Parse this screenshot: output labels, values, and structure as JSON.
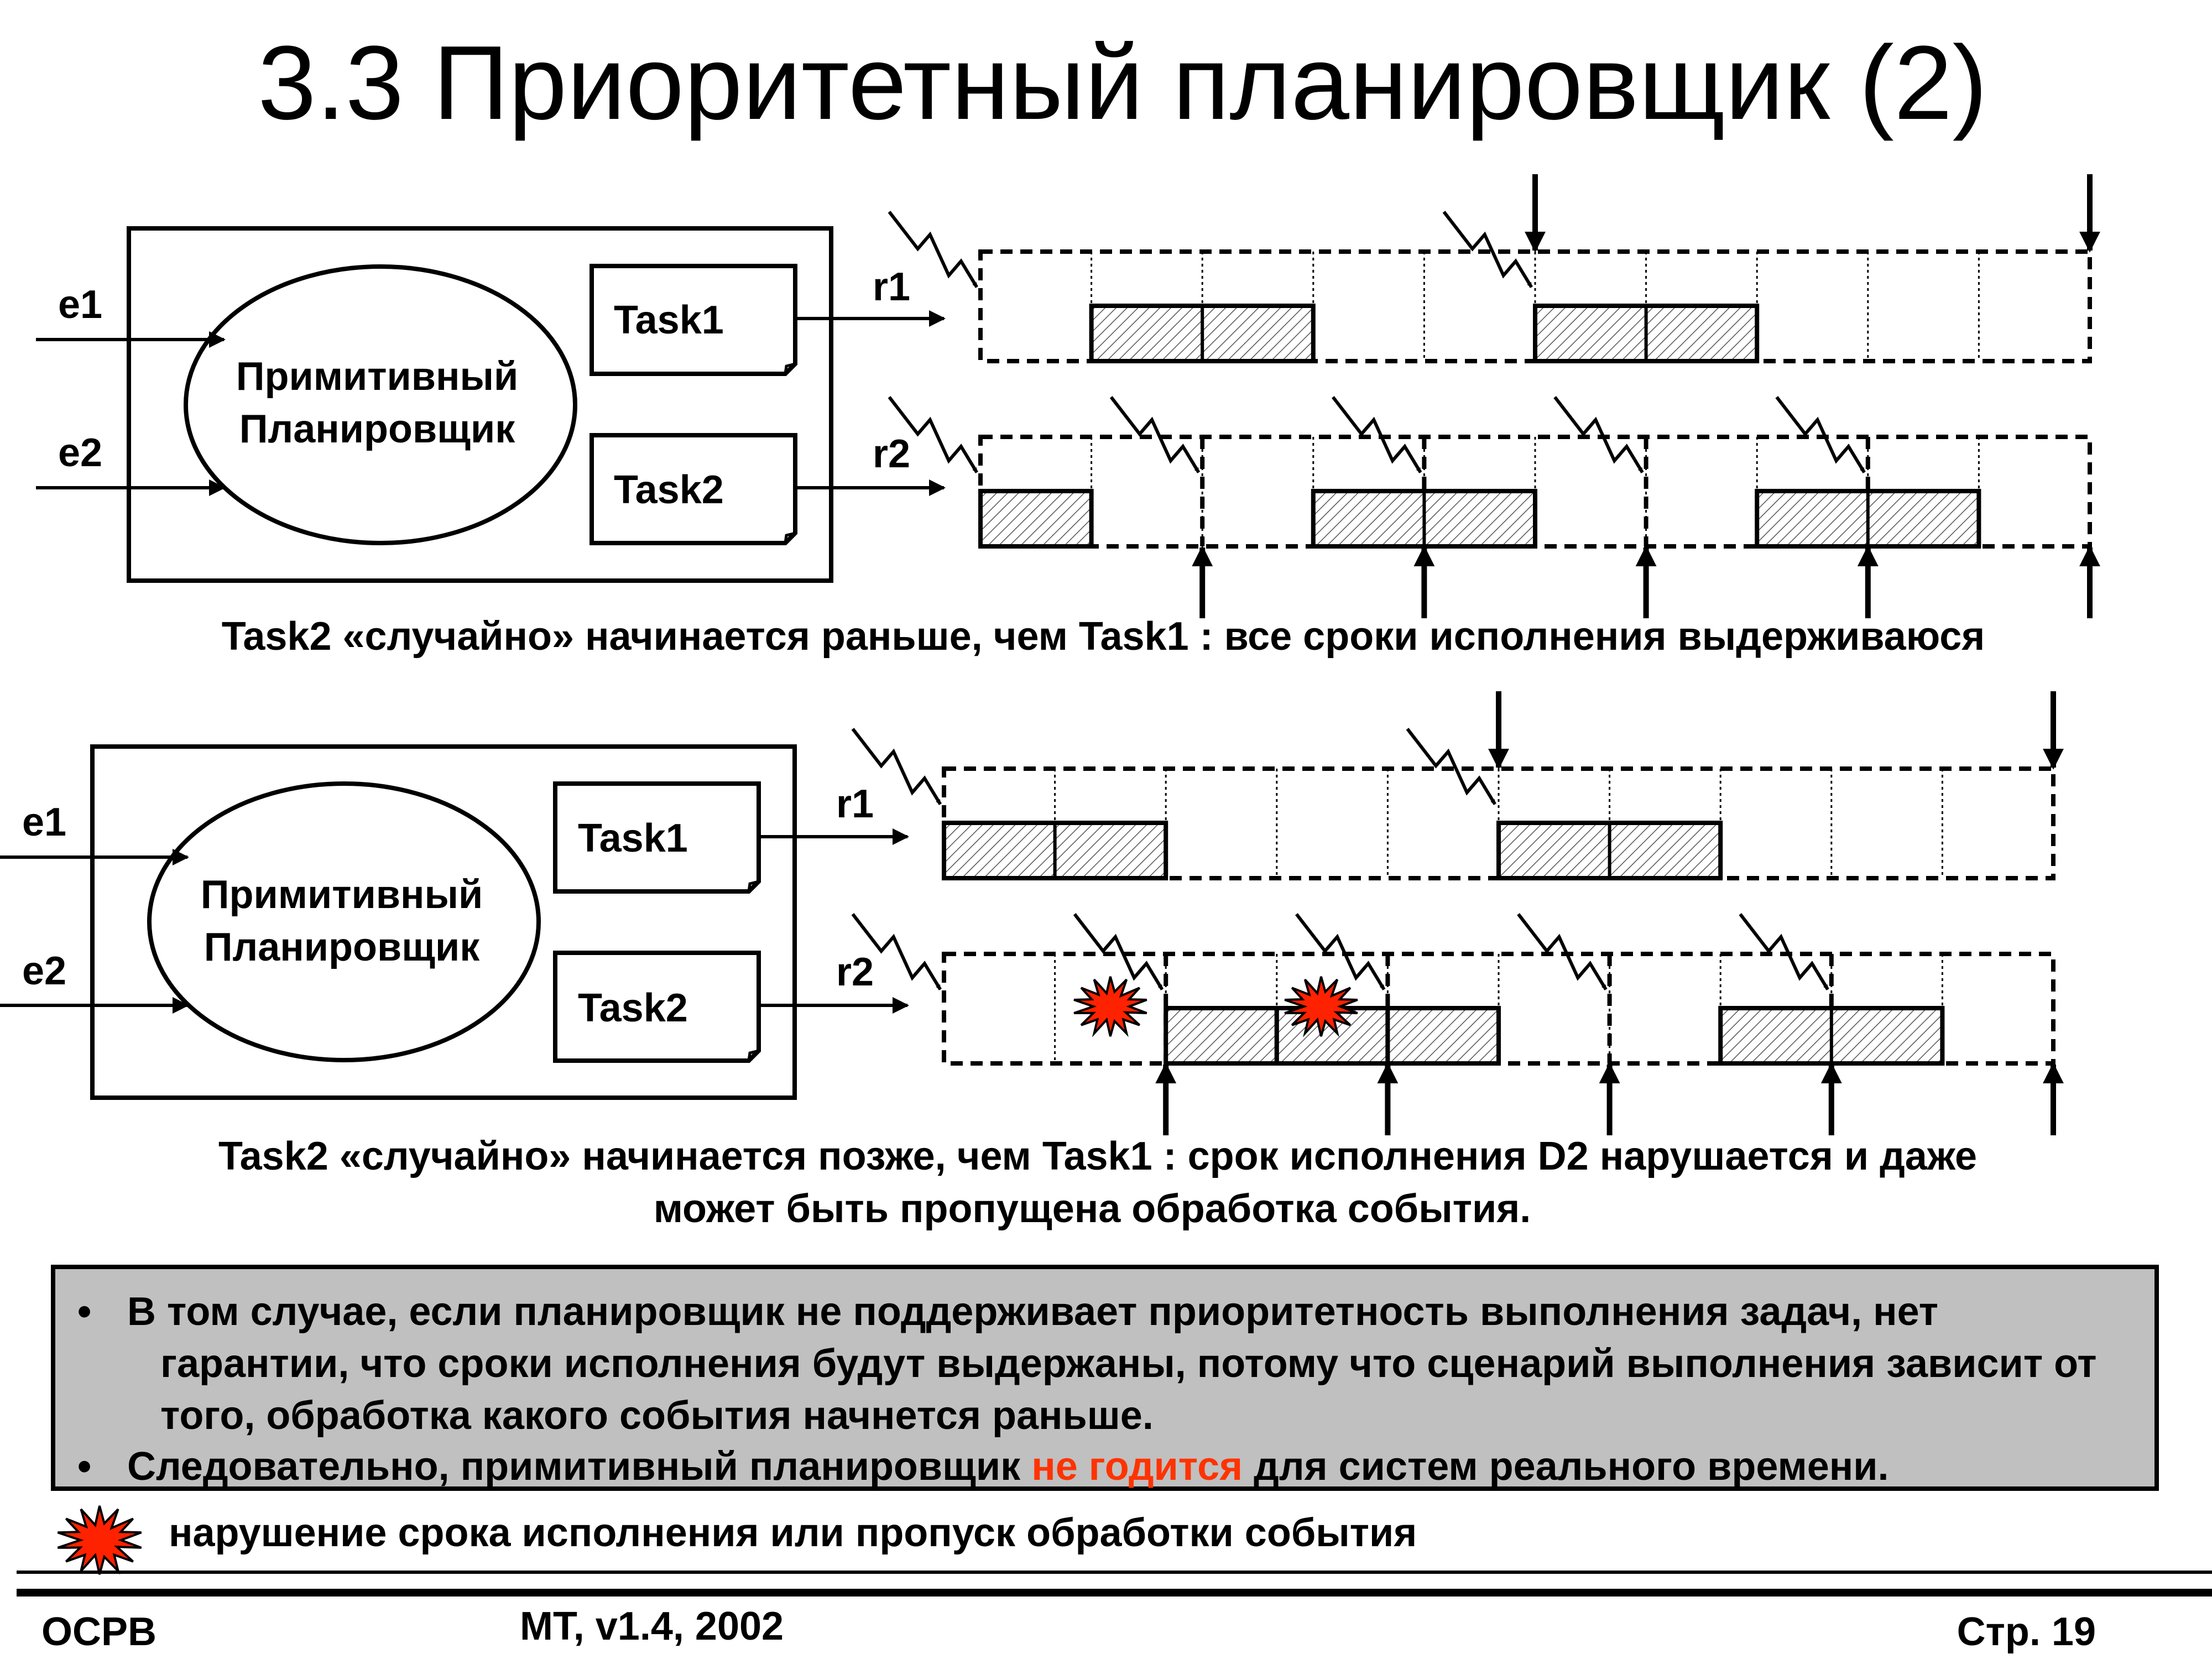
{
  "title": "3.3 Приоритетный планировщик (2)",
  "diagram1": {
    "inputs": [
      "e1",
      "e2"
    ],
    "scheduler": [
      "Примитивный",
      "Планировщик"
    ],
    "tasks": [
      "Task1",
      "Task2"
    ],
    "outputs": [
      "r1",
      "r2"
    ],
    "caption": "Task2 «случайно» начинается раньше, чем Task1 : все сроки исполнения выдерживаюся"
  },
  "diagram2": {
    "inputs": [
      "e1",
      "e2"
    ],
    "scheduler": [
      "Примитивный",
      "Планировщик"
    ],
    "tasks": [
      "Task1",
      "Task2"
    ],
    "outputs": [
      "r1",
      "r2"
    ],
    "caption_line1": "Task2 «случайно» начинается позже, чем Task1 : срок исполнения D2 нарушается и даже",
    "caption_line2": "может быть пропущена обработка события."
  },
  "summary": {
    "bullet": "•",
    "item1": "В том случае, если планировщик не поддерживает приоритетность выполнения задач, нет гарантии, что сроки исполнения будут выдержаны, потому что сценарий выполнения зависит от того, обработка какого события начнется раньше.",
    "item2_before": "Следовательно, примитивный планировщик ",
    "item2_highlight": "не годится",
    "item2_after": " для систем реального времени."
  },
  "legend": "нарушение срока исполнения или пропуск обработки события",
  "footer": {
    "left": "ОСРВ",
    "center": "МТ, v1.4, 2002",
    "right": "Стр. 19"
  },
  "colors": {
    "highlight": "#ff3300",
    "violation_burst": "#ff2200",
    "summary_background": "#c0c0c0"
  },
  "icons": [
    "lightning-event-icon",
    "violation-burst-icon",
    "deadline-arrow-icon"
  ]
}
